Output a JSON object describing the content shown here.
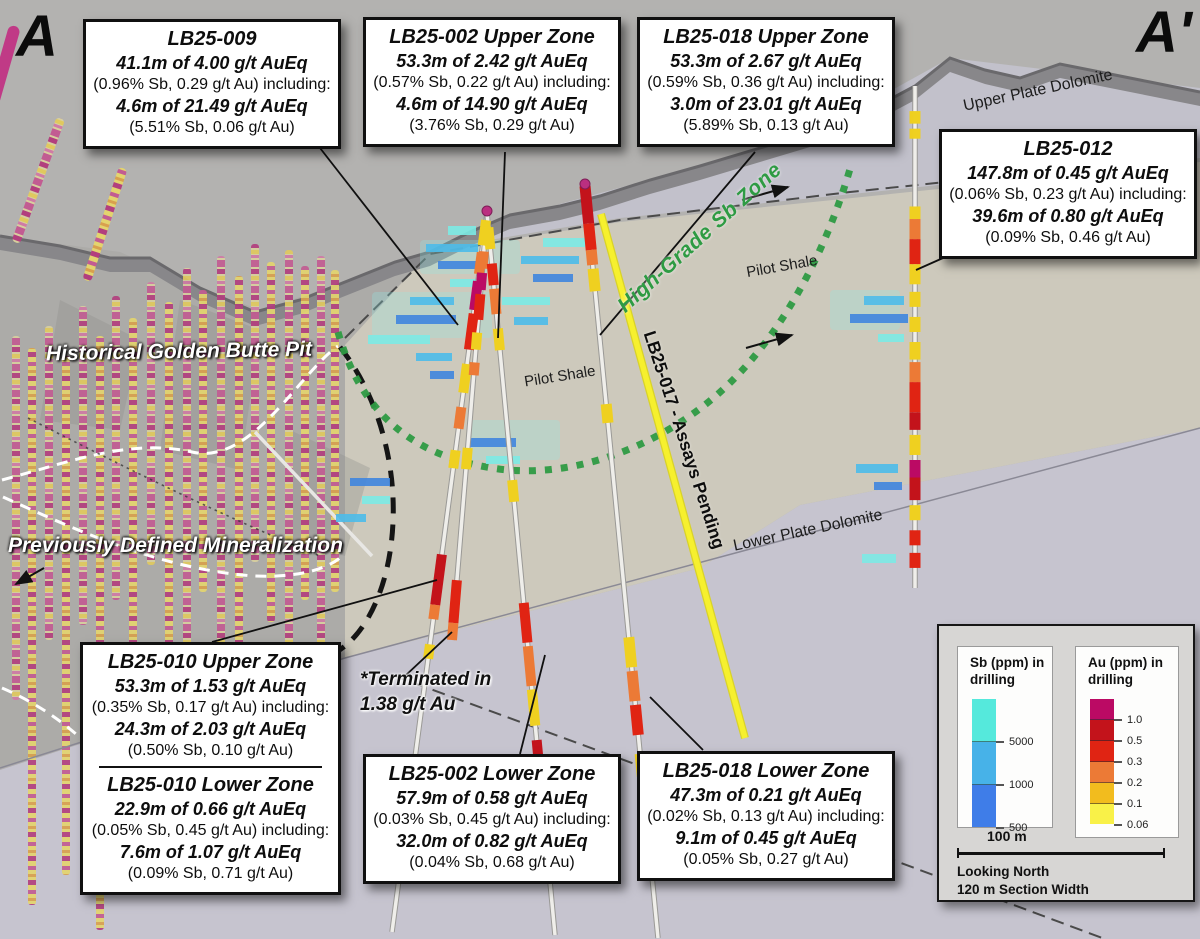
{
  "section": {
    "label_left": "A",
    "label_right": "A'"
  },
  "callouts": [
    {
      "id": "lb25-009",
      "title": "LB25-009",
      "lines": [
        "41.1m of 4.00 g/t AuEq",
        "(0.96% Sb, 0.29 g/t Au) including:",
        "4.6m of 21.49 g/t AuEq",
        "(5.51% Sb, 0.06 g/t Au)"
      ]
    },
    {
      "id": "lb25-002-upper",
      "title": "LB25-002 Upper Zone",
      "lines": [
        "53.3m of 2.42 g/t AuEq",
        "(0.57% Sb, 0.22 g/t Au) including:",
        "4.6m of 14.90 g/t AuEq",
        "(3.76% Sb, 0.29 g/t Au)"
      ]
    },
    {
      "id": "lb25-018-upper",
      "title": "LB25-018 Upper Zone",
      "lines": [
        "53.3m of 2.67 g/t AuEq",
        "(0.59% Sb, 0.36 g/t Au) including:",
        "3.0m of 23.01 g/t AuEq",
        "(5.89% Sb, 0.13 g/t Au)"
      ]
    },
    {
      "id": "lb25-012",
      "title": "LB25-012",
      "lines": [
        "147.8m of 0.45 g/t AuEq",
        "(0.06% Sb, 0.23 g/t Au) including:",
        "39.6m of 0.80 g/t AuEq",
        "(0.09% Sb, 0.46 g/t Au)"
      ]
    },
    {
      "id": "lb25-010-upper",
      "title": "LB25-010 Upper Zone",
      "lines": [
        "53.3m of 1.53 g/t AuEq",
        "(0.35% Sb, 0.17 g/t Au) including:",
        "24.3m of 2.03 g/t AuEq",
        "(0.50% Sb, 0.10 g/t Au)"
      ]
    },
    {
      "id": "lb25-010-lower",
      "title": "LB25-010 Lower Zone",
      "lines": [
        "22.9m of 0.66 g/t AuEq",
        "(0.05% Sb, 0.45 g/t Au) including:",
        "7.6m of 1.07 g/t AuEq",
        "(0.09% Sb, 0.71 g/t Au)"
      ]
    },
    {
      "id": "lb25-002-lower",
      "title": "LB25-002 Lower Zone",
      "lines": [
        "57.9m of 0.58 g/t AuEq",
        "(0.03% Sb, 0.45 g/t Au) including:",
        "32.0m of 0.82 g/t AuEq",
        "(0.04% Sb, 0.68 g/t Au)"
      ]
    },
    {
      "id": "lb25-018-lower",
      "title": "LB25-018 Lower Zone",
      "lines": [
        "47.3m of 0.21 g/t AuEq",
        "(0.02% Sb, 0.13 g/t Au) including:",
        "9.1m of 0.45 g/t AuEq",
        "(0.05% Sb, 0.27 g/t Au)"
      ]
    }
  ],
  "annotations": {
    "upper_plate": "Upper Plate Dolomite",
    "pilot_shale": "Pilot Shale",
    "lower_plate": "Lower Plate Dolomite",
    "high_grade_zone": "High-Grade Sb Zone",
    "assays_pending": "LB25-017 - Assays Pending",
    "historical_pit": "Historical Golden Butte Pit",
    "previous_mineralization": "Previously Defined Mineralization",
    "terminated_line1": "*Terminated in",
    "terminated_line2": "1.38 g/t Au"
  },
  "legend": {
    "sb": {
      "title_1": "Sb (ppm) in",
      "title_2": "drilling",
      "colors": [
        "#55e9dc",
        "#47b2e8",
        "#3f7de8"
      ],
      "ticks": [
        "5000",
        "1000",
        "500"
      ]
    },
    "au": {
      "title_1": "Au (ppm) in",
      "title_2": "drilling",
      "colors": [
        "#bb0a64",
        "#c3131b",
        "#e02413",
        "#ec7a36",
        "#f2bc1e",
        "#f9f148"
      ],
      "ticks": [
        "1.0",
        "0.5",
        "0.3",
        "0.2",
        "0.1",
        "0.06"
      ]
    },
    "scale_label": "100 m",
    "looking_north": "Looking North",
    "section_width": "120 m Section Width"
  },
  "colors": {
    "high_grade_green": "#2e9b43",
    "assay_pending_yellow": "#f6f02e",
    "sb_bar_cyan_1": "#7ceae4",
    "sb_bar_cyan_2": "#4cbbe9",
    "sb_bar_cyan_3": "#3f85de",
    "background_gray": "#b3b2b0",
    "pilot_shale_beige": "#cdc9bc",
    "dolomite_lavender": "#c6c4cf"
  }
}
